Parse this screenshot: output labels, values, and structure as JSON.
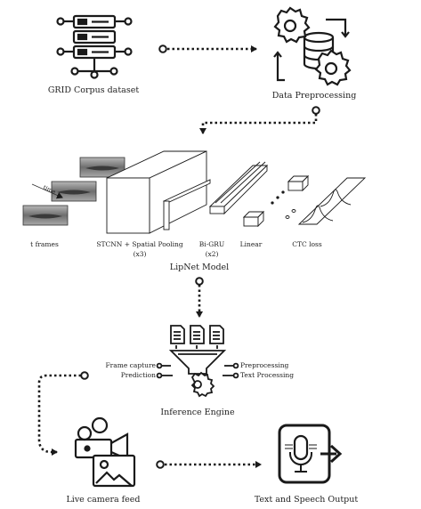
{
  "nodes": {
    "dataset": {
      "label": "GRID Corpus dataset"
    },
    "preprocessing": {
      "label": "Data Preprocessing"
    },
    "model": {
      "label": "LipNet Model"
    },
    "inference": {
      "label": "Inference Engine"
    },
    "camera": {
      "label": "Live camera feed"
    },
    "output": {
      "label": "Text and Speech Output"
    }
  },
  "lipnet": {
    "time_label": "time",
    "stages": [
      {
        "label": "t frames",
        "sub": ""
      },
      {
        "label": "STCNN + Spatial Pooling",
        "sub": "(x3)"
      },
      {
        "label": "Bi-GRU",
        "sub": "(x2)"
      },
      {
        "label": "Linear",
        "sub": ""
      },
      {
        "label": "CTC loss",
        "sub": ""
      }
    ]
  },
  "inference_steps": {
    "left": [
      "Frame capture",
      "Prediction"
    ],
    "right": [
      "Preprocessing",
      "Text Processing"
    ]
  },
  "colors": {
    "ink": "#1a1a1a",
    "frame_bg": "#9a9a9a"
  },
  "icons": {
    "dataset": "server-rack-icon",
    "preprocessing": "database-gears-icon",
    "inference": "funnel-gear-icon",
    "camera": "video-camera-icon",
    "output": "microphone-transcript-icon"
  }
}
